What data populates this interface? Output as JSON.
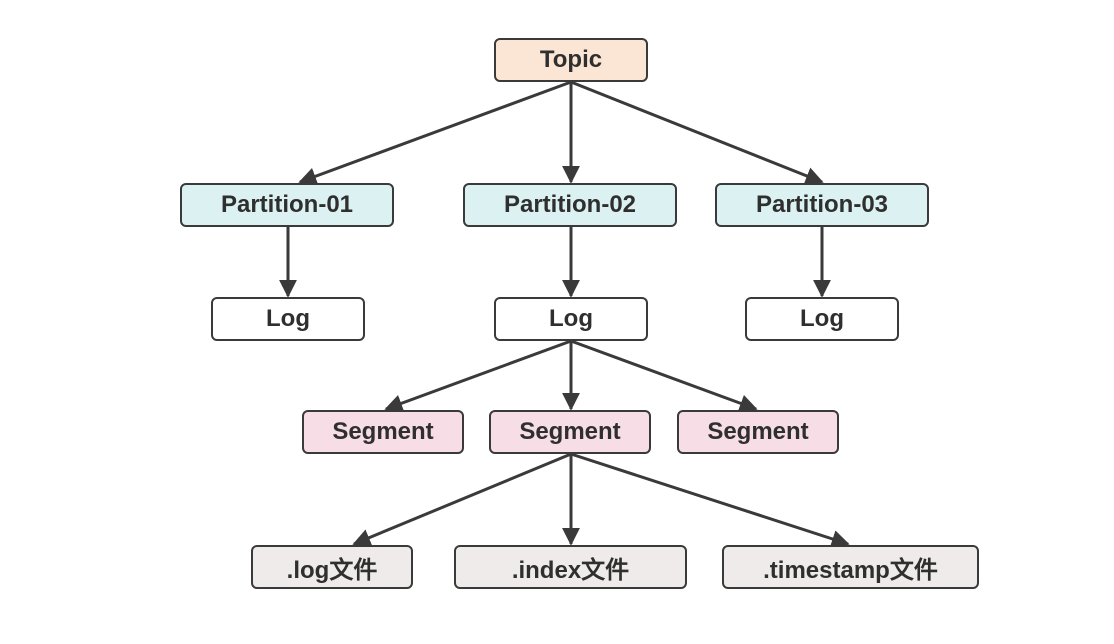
{
  "nodes": {
    "topic": "Topic",
    "partitions": [
      "Partition-01",
      "Partition-02",
      "Partition-03"
    ],
    "logs": [
      "Log",
      "Log",
      "Log"
    ],
    "segments": [
      "Segment",
      "Segment",
      "Segment"
    ],
    "files": [
      ".log文件",
      ".index文件",
      ".timestamp文件"
    ]
  },
  "colors": {
    "topic": "#fbe6d6",
    "partition": "#dcf1f2",
    "log": "#ffffff",
    "segment": "#f7dde6",
    "file": "#efebea",
    "stroke": "#3a3a3a"
  }
}
